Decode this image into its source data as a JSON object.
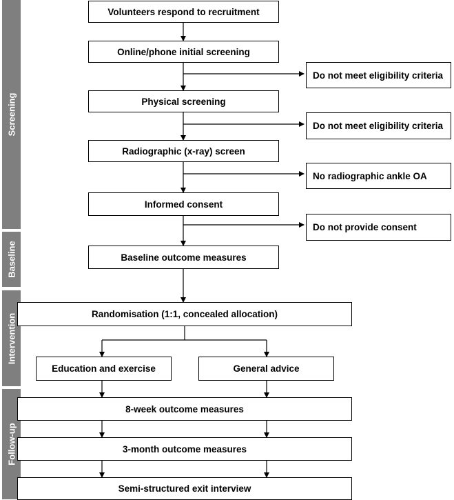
{
  "phases": {
    "screening": "Screening",
    "baseline": "Baseline",
    "intervention": "Intervention",
    "follow_up": "Follow-up"
  },
  "steps": {
    "recruitment": "Volunteers respond to recruitment",
    "initial_screening": "Online/phone initial screening",
    "physical_screening": "Physical screening",
    "radiographic_screen": "Radiographic (x-ray) screen",
    "informed_consent": "Informed consent",
    "baseline_measures": "Baseline outcome measures",
    "randomisation": "Randomisation (1:1, concealed allocation)",
    "education_exercise": "Education and exercise",
    "general_advice": "General advice",
    "week8_measures": "8-week outcome measures",
    "month3_measures": "3-month outcome measures",
    "exit_interview": "Semi-structured exit interview"
  },
  "exclusions": {
    "initial": "Do not meet eligibility criteria",
    "physical": "Do not meet eligibility criteria",
    "radiographic": "No radiographic ankle OA",
    "consent": "Do not provide consent"
  }
}
